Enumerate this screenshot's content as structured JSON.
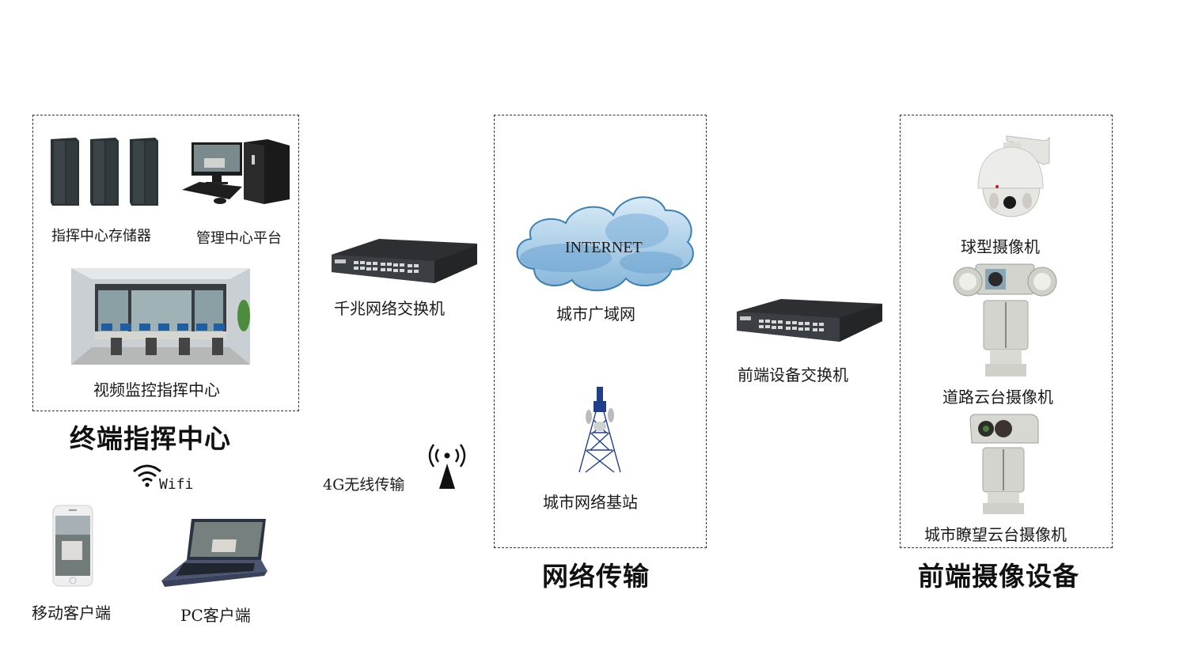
{
  "sections": {
    "terminal": {
      "title": "终端指挥中心",
      "storage_label": "指挥中心存储器",
      "platform_label": "管理中心平台",
      "monitor_center_label": "视频监控指挥中心"
    },
    "network": {
      "title": "网络传输",
      "internet_label": "INTERNET",
      "wan_label": "城市广域网",
      "base_station_label": "城市网络基站"
    },
    "frontend": {
      "title": "前端摄像设备",
      "dome_camera_label": "球型摄像机",
      "road_ptz_label": "道路云台摄像机",
      "lookout_ptz_label": "城市瞭望云台摄像机"
    }
  },
  "gigabit_switch_label": "千兆网络交换机",
  "frontend_switch_label": "前端设备交换机",
  "wifi_label": "Wifi",
  "wireless_4g_label": "4G无线传输",
  "mobile_client_label": "移动客户端",
  "pc_client_label": "PC客户端",
  "colors": {
    "cloud_fill": "#a9cde8",
    "cloud_stroke": "#3a7fb5",
    "switch_body": "#2d2f32",
    "tower_blue": "#1f3f8a",
    "camera_body": "#d8d9d2"
  }
}
